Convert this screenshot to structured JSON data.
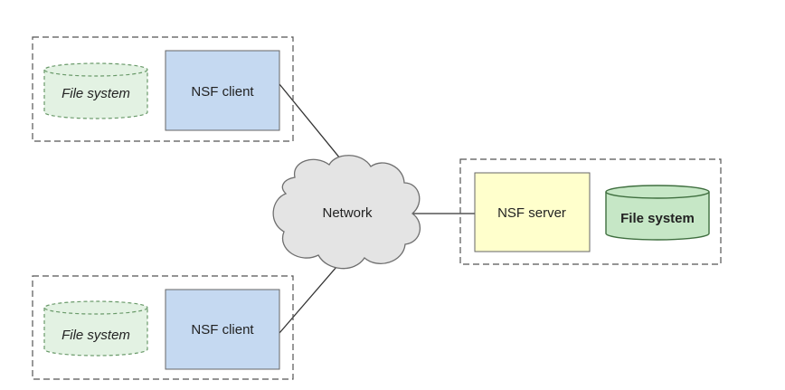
{
  "diagram": {
    "client_top": {
      "fs_label": "File system",
      "client_label": "NSF client"
    },
    "client_bottom": {
      "fs_label": "File system",
      "client_label": "NSF client"
    },
    "network_label": "Network",
    "server": {
      "server_label": "NSF server",
      "fs_label": "File system"
    }
  },
  "colors": {
    "client_fill": "#c5d9f1",
    "client_stroke": "#666666",
    "server_fill": "#ffffcc",
    "server_stroke": "#666666",
    "fs_local_fill": "#e3f2e3",
    "fs_local_stroke": "#6a9a6a",
    "fs_server_fill": "#c6e7c6",
    "fs_server_stroke": "#3f6f3f",
    "cloud_fill": "#e4e4e4",
    "cloud_stroke": "#6f6f6f",
    "group_border": "#555555",
    "link": "#333333"
  }
}
